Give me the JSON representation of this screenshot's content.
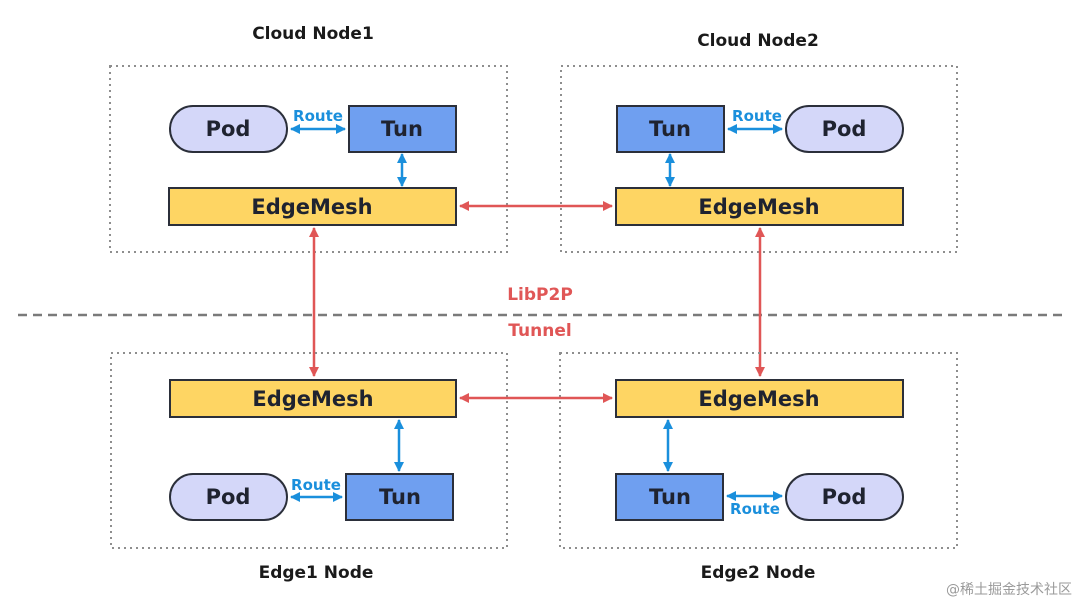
{
  "labels": {
    "cloud_node1": "Cloud Node1",
    "cloud_node2": "Cloud Node2",
    "edge_node1": "Edge1 Node",
    "edge_node2": "Edge2 Node",
    "pod": "Pod",
    "tun": "Tun",
    "edgemesh": "EdgeMesh",
    "route": "Route",
    "libp2p": "LibP2P",
    "tunnel": "Tunnel"
  },
  "watermark": "@稀土掘金技术社区",
  "colors": {
    "pod_fill": "#d4d7f9",
    "tun_fill": "#6f9ff0",
    "edgemesh_fill": "#fed563",
    "route_arrow": "#1a8fdc",
    "libp2p_arrow": "#e05656",
    "frame_stroke": "#8e8e8e"
  }
}
